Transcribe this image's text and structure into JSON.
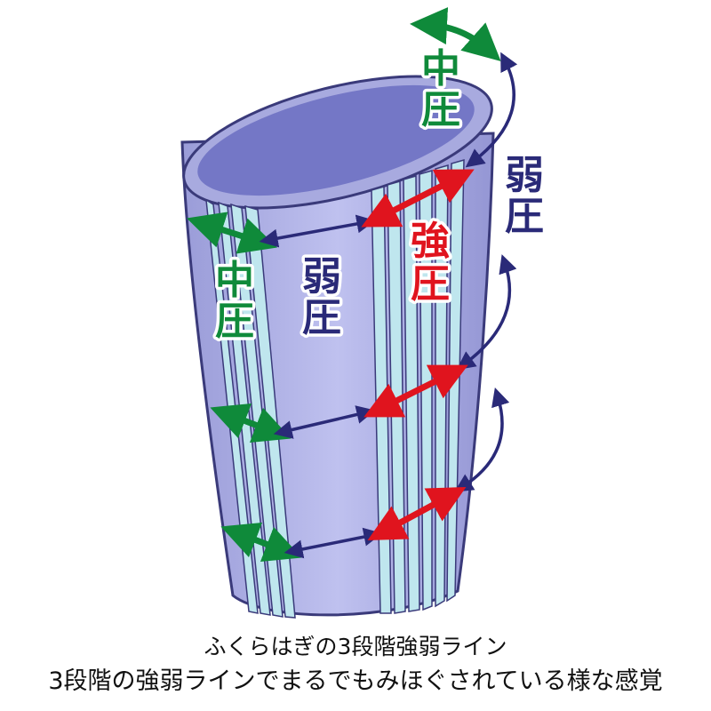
{
  "labels": {
    "top_medium": "中圧",
    "right_weak": "弱圧",
    "front_strong": "強圧",
    "left_medium": "中圧",
    "front_weak": "弱圧"
  },
  "caption": {
    "title": "ふくらはぎの3段階強弱ライン",
    "subtitle": "3段階の強弱ラインでまるでもみほぐされている様な感覚"
  },
  "colors": {
    "medium": "#0f8a3a",
    "weak": "#2a2a78",
    "strong": "#e0141e",
    "body": "#a9abe0",
    "rib": "#bfe6ee"
  }
}
